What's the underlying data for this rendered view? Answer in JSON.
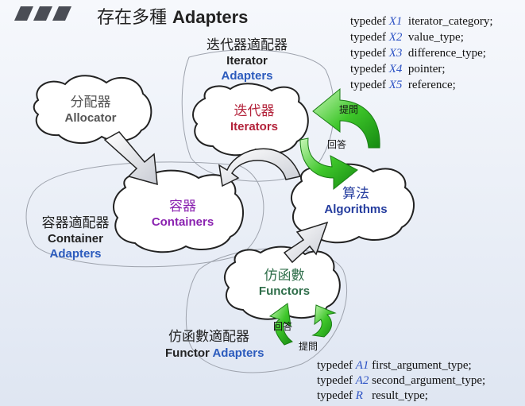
{
  "title": {
    "cn": "存在多種",
    "en": "Adapters"
  },
  "nodes": {
    "iterator_adapters": {
      "cn": "迭代器適配器",
      "en1": "Iterator",
      "en2": "Adapters"
    },
    "iterators": {
      "cn": "迭代器",
      "en": "Iterators"
    },
    "allocator": {
      "cn": "分配器",
      "en": "Allocator"
    },
    "containers": {
      "cn": "容器",
      "en": "Containers"
    },
    "container_adapters": {
      "cn": "容器適配器",
      "en1": "Container",
      "en2": "Adapters"
    },
    "algorithms": {
      "cn": "算法",
      "en": "Algorithms"
    },
    "functors": {
      "cn": "仿函數",
      "en": "Functors"
    },
    "functor_adapters": {
      "cn": "仿函數適配器",
      "en1": "Functor",
      "en2": "Adapters"
    }
  },
  "arrows": {
    "ask": "提問",
    "answer": "回答"
  },
  "iterator_typedefs": [
    {
      "kw": "typedef",
      "var": "X1",
      "name": "iterator_category;"
    },
    {
      "kw": "typedef",
      "var": "X2",
      "name": "value_type;"
    },
    {
      "kw": "typedef",
      "var": "X3",
      "name": "difference_type;"
    },
    {
      "kw": "typedef",
      "var": "X4",
      "name": "pointer;"
    },
    {
      "kw": "typedef",
      "var": "X5",
      "name": "reference;"
    }
  ],
  "functor_typedefs": [
    {
      "kw": "typedef",
      "var": "A1",
      "name": "first_argument_type;"
    },
    {
      "kw": "typedef",
      "var": "A2",
      "name": "second_argument_type;"
    },
    {
      "kw": "typedef",
      "var": "R",
      "name": "result_type;"
    }
  ],
  "colors": {
    "iterators": "#b3223a",
    "containers": "#8a22b0",
    "functors": "#2f6e4a",
    "algorithms": "#243c9e",
    "adapters_blue": "#2c5bbd",
    "allocator": "#555555",
    "green": "#3ec62a"
  }
}
